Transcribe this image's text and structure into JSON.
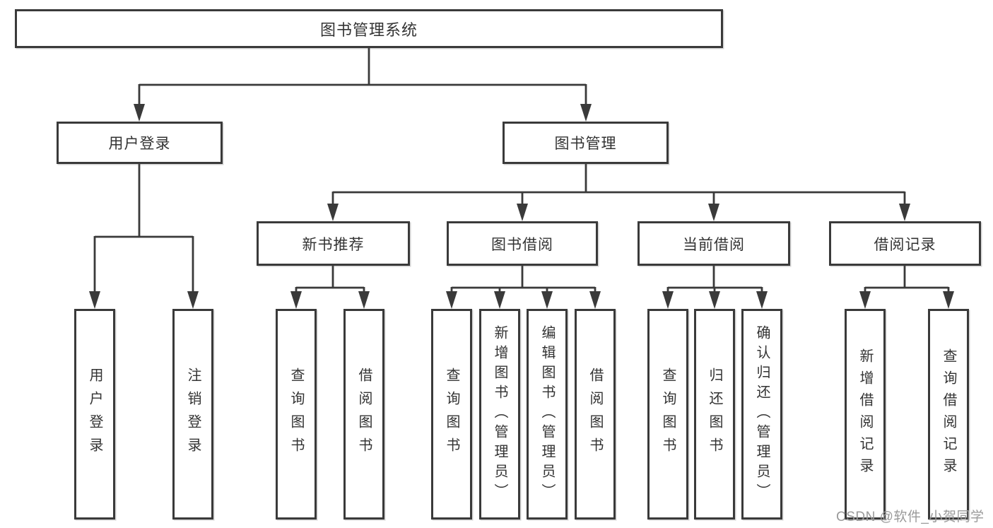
{
  "diagram": {
    "root": "图书管理系统",
    "user_login": "用户登录",
    "book_mgmt": "图书管理",
    "new_book_rec": "新书推荐",
    "book_borrow": "图书借阅",
    "current_borrow": "当前借阅",
    "borrow_record": "借阅记录",
    "leaves": {
      "login": "用户登录",
      "logout": "注销登录",
      "rec_query": "查询图书",
      "rec_borrow": "借阅图书",
      "bb_query": "查询图书",
      "bb_add": "新增图书（管理员）",
      "bb_edit": "编辑图书（管理员）",
      "bb_borrow": "借阅图书",
      "cur_query": "查询图书",
      "cur_return": "归还图书",
      "cur_confirm": "确认归还（管理员）",
      "br_add": "新增借阅记录",
      "br_query": "查询借阅记录"
    }
  },
  "watermark": "CSDN @软件_小贺同学",
  "colors": {
    "line": "#3a3a3a",
    "text": "#333333",
    "watermark": "#9a9a9a"
  }
}
